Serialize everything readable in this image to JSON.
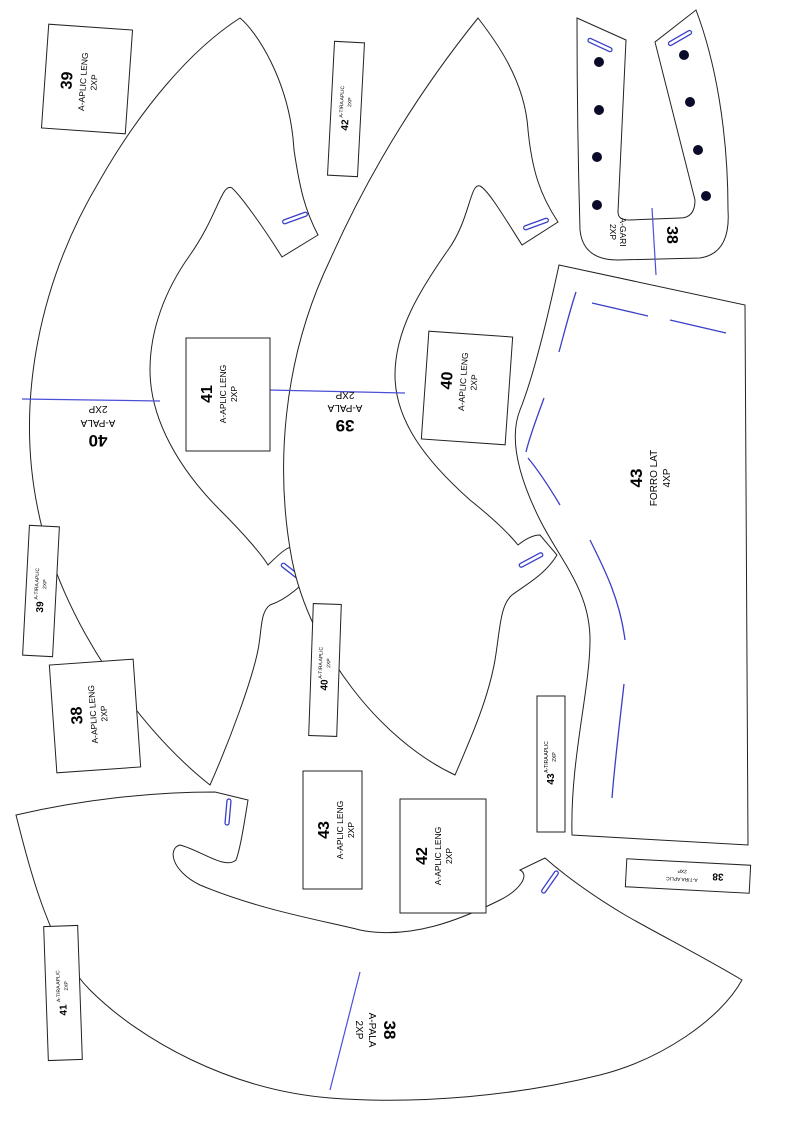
{
  "colors": {
    "outline": "#222222",
    "grain_line": "#4a4fd6",
    "hole": "#0a0a2a"
  },
  "pieces": {
    "pala_40": {
      "size": "40",
      "name": "A-PALA",
      "qty": "2XP"
    },
    "pala_39": {
      "size": "39",
      "name": "A-PALA",
      "qty": "2XP"
    },
    "pala_38": {
      "size": "38",
      "name": "A-PALA",
      "qty": "2XP"
    },
    "gari_38": {
      "size": "38",
      "name": "A-GARI",
      "qty": "2XP"
    },
    "forro_43": {
      "size": "43",
      "name": "FORRO LAT",
      "qty": "4XP"
    },
    "aplic_leng_39": {
      "size": "39",
      "name": "A-APLIC LENG",
      "qty": "2XP"
    },
    "aplic_leng_41": {
      "size": "41",
      "name": "A-APLIC LENG",
      "qty": "2XP"
    },
    "aplic_leng_40": {
      "size": "40",
      "name": "A-APLIC LENG",
      "qty": "2XP"
    },
    "aplic_leng_38": {
      "size": "38",
      "name": "A-APLIC LENG",
      "qty": "2XP"
    },
    "aplic_leng_43": {
      "size": "43",
      "name": "A-APLIC LENG",
      "qty": "2XP"
    },
    "aplic_leng_42": {
      "size": "42",
      "name": "A-APLIC LENG",
      "qty": "2XP"
    },
    "tira_42": {
      "size": "42",
      "name": "A-TIRA APLIC",
      "qty": "2XP"
    },
    "tira_39": {
      "size": "39",
      "name": "A-TIRA APLIC",
      "qty": "2XP"
    },
    "tira_40": {
      "size": "40",
      "name": "A-TIRA APLIC",
      "qty": "2XP"
    },
    "tira_43": {
      "size": "43",
      "name": "A-TIRA APLIC",
      "qty": "2XP"
    },
    "tira_38": {
      "size": "38",
      "name": "A-TIRA APLIC",
      "qty": "2XP"
    },
    "tira_41": {
      "size": "41",
      "name": "A-TIRA APLIC",
      "qty": "2XP"
    }
  }
}
